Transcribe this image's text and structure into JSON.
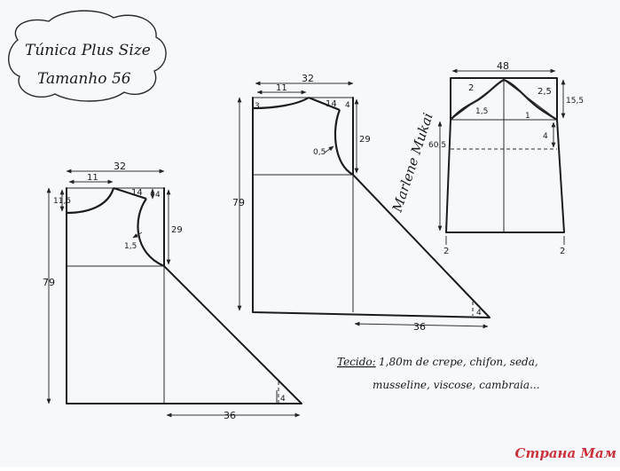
{
  "title": {
    "line1": "Túnica  Plus Size",
    "line2": "Tamanho 56"
  },
  "pattern_a": {
    "width_top": "32",
    "neck_width": "11",
    "neck_depth": "11,5",
    "shoulder": "14",
    "shoulder_drop": "4",
    "armhole_depth": "29",
    "armhole_curve": "1,5",
    "length": "79",
    "hem_extension": "36",
    "hem_rise": "4"
  },
  "pattern_b": {
    "width_top": "32",
    "neck_width": "11",
    "neck_depth": "3",
    "shoulder": "14",
    "shoulder_drop": "4",
    "armhole_depth": "29",
    "armhole_curve": "0,5",
    "length": "79",
    "hem_extension": "36",
    "hem_rise": "4"
  },
  "pattern_c": {
    "width_top": "48",
    "cap_left": "2",
    "cap_right": "2,5",
    "cap_height": "15,5",
    "curve_left": "1,5",
    "curve_right": "1",
    "sleeve_length": "60,5",
    "side_drop": "4",
    "bottom_left": "2",
    "bottom_right": "2"
  },
  "signature": "Marlene Mukai",
  "fabric": {
    "label": "Tecido:",
    "line1": "1,80m  de crepe, chifon, seda,",
    "line2": "musseline,  viscose,  cambraia..."
  },
  "watermark": "Страна Мам"
}
